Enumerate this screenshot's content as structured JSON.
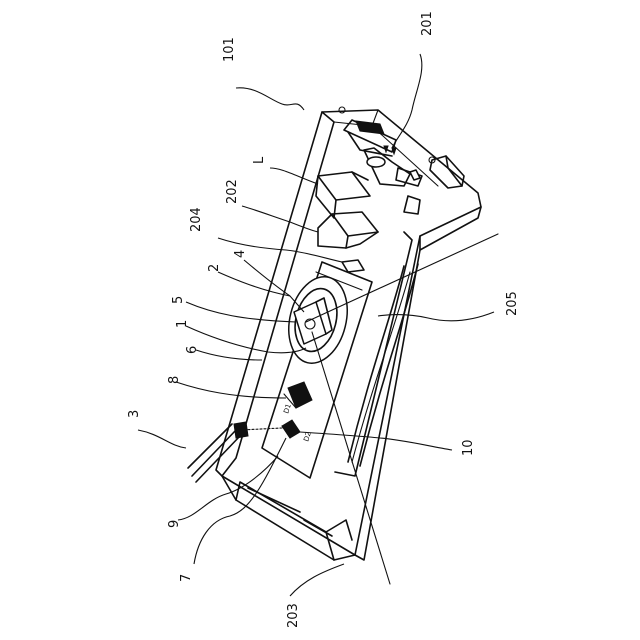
{
  "labels": {
    "l101": "101",
    "l201": "201",
    "lL": "L",
    "l202": "202",
    "l204": "204",
    "l2": "2",
    "l4": "4",
    "l5": "5",
    "l1": "1",
    "l6": "6",
    "l8": "8",
    "l3": "3",
    "l205": "205",
    "l10": "10",
    "l9": "9",
    "l7": "7",
    "l203": "203",
    "d1": "D1",
    "d2": "D2"
  }
}
